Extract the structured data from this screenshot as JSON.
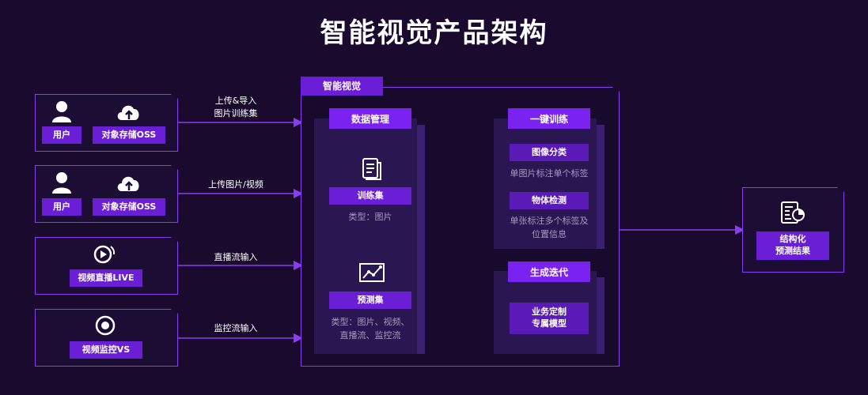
{
  "title": "智能视觉产品架构",
  "inputs": {
    "row1": {
      "user": "用户",
      "oss": "对象存储OSS",
      "edge": [
        "上传&导入",
        "图片训练集"
      ]
    },
    "row2": {
      "user": "用户",
      "oss": "对象存储OSS",
      "edge": [
        "上传图片/视频"
      ]
    },
    "row3": {
      "label": "视频直播LIVE",
      "edge": [
        "直播流输入"
      ]
    },
    "row4": {
      "label": "视频监控VS",
      "edge": [
        "监控流输入"
      ]
    }
  },
  "core": {
    "label": "智能视觉",
    "data_mgmt": {
      "header": "数据管理",
      "train_set": "训练集",
      "train_type": "类型：图片",
      "predict_set": "预测集",
      "predict_type": [
        "类型：图片、视频、",
        "直播流、监控流"
      ]
    },
    "train": {
      "header": "一键训练",
      "classify": "图像分类",
      "classify_desc": "单图片标注单个标签",
      "detect": "物体检测",
      "detect_desc": [
        "单张标注多个标签及",
        "位置信息"
      ]
    },
    "iterate": {
      "header": "生成迭代",
      "custom": [
        "业务定制",
        "专属模型"
      ]
    }
  },
  "output": {
    "label": [
      "结构化",
      "预测结果"
    ]
  },
  "colors": {
    "accent": "#7a22f0",
    "line": "#8a3df0",
    "bg": "#1a0b2e"
  },
  "icons": [
    "person-icon",
    "cloud-upload-icon",
    "live-video-icon",
    "camera-icon",
    "document-icon",
    "chart-icon",
    "report-icon"
  ]
}
